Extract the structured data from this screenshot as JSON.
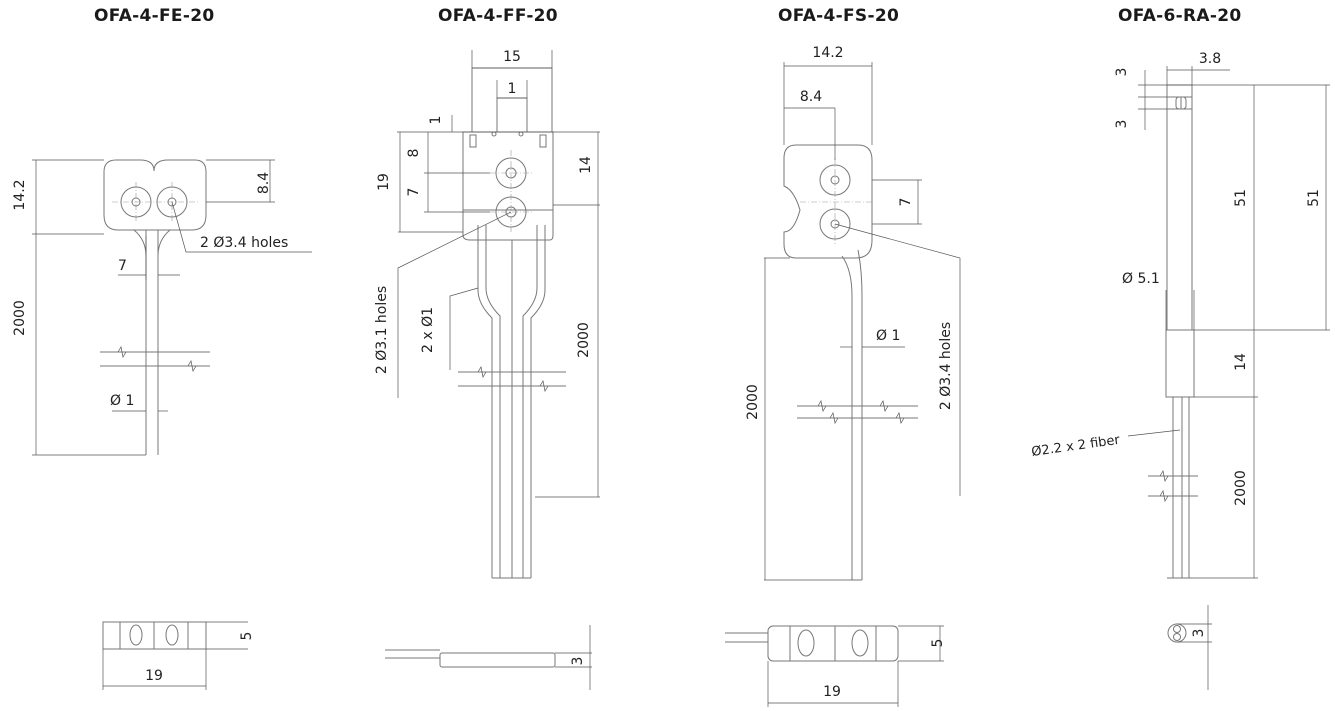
{
  "titles": [
    "OFA-4-FE-20",
    "OFA-4-FF-20",
    "OFA-4-FS-20",
    "OFA-6-RA-20"
  ],
  "fe": {
    "d_width": "14.2",
    "d_8_4": "8.4",
    "d_7": "7",
    "d_2000": "2000",
    "d_phi1": "Ø 1",
    "holes": "2 Ø3.4 holes",
    "d_5": "5",
    "d_19": "19"
  },
  "ff": {
    "d_15": "15",
    "d_1_top": "1",
    "d_1_side": "1",
    "d_19": "19",
    "d_8": "8",
    "d_7": "7",
    "d_14": "14",
    "holes": "2 Ø3.1 holes",
    "fibers": "2 x Ø1",
    "d_2000": "2000",
    "d_3": "3"
  },
  "fs": {
    "d_14_2": "14.2",
    "d_8_4": "8.4",
    "d_7": "7",
    "d_phi1": "Ø 1",
    "d_2000": "2000",
    "holes": "2 Ø3.4 holes",
    "d_5": "5",
    "d_19": "19"
  },
  "ra": {
    "d_3_8": "3.8",
    "d_3_top": "3",
    "d_3_mid": "3",
    "d_51_a": "51",
    "d_51_b": "51",
    "d_phi5_1": "Ø 5.1",
    "d_14": "14",
    "fiber": "Ø2.2 x 2 fiber",
    "d_2000": "2000",
    "d_3": "3"
  }
}
